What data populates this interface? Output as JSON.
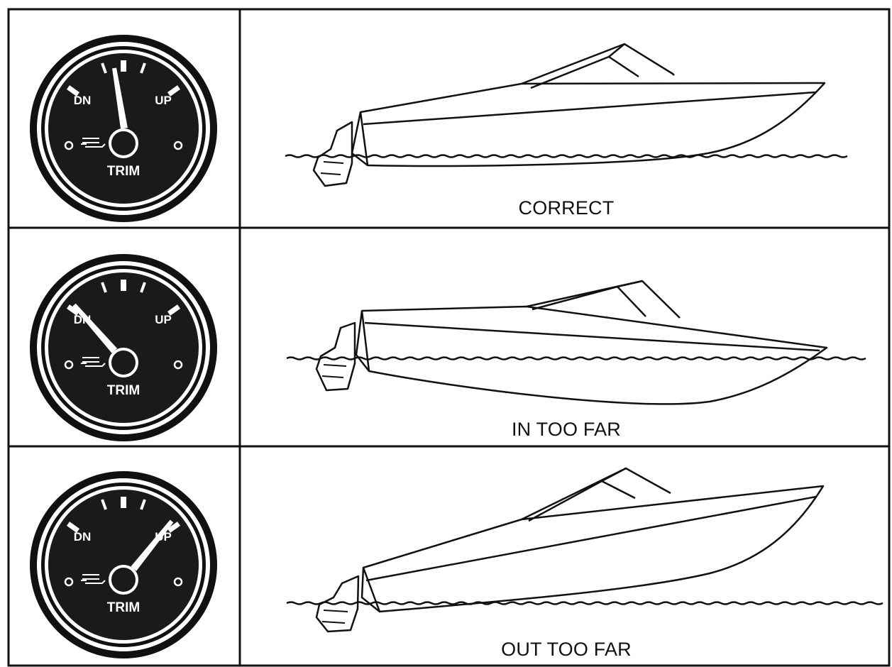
{
  "gauge": {
    "label_dn": "DN",
    "label_up": "UP",
    "label_trim": "TRIM",
    "needle_positions": [
      "center",
      "DN",
      "UP"
    ]
  },
  "rows": [
    {
      "caption": "CORRECT",
      "gauge_needle": "center",
      "boat_attitude": "level"
    },
    {
      "caption": "IN TOO FAR",
      "gauge_needle": "DN",
      "boat_attitude": "bow-down"
    },
    {
      "caption": "OUT TOO FAR",
      "gauge_needle": "UP",
      "boat_attitude": "bow-up"
    }
  ],
  "colors": {
    "line": "#111111",
    "gauge_face": "#1a1a1a",
    "background": "#ffffff"
  }
}
